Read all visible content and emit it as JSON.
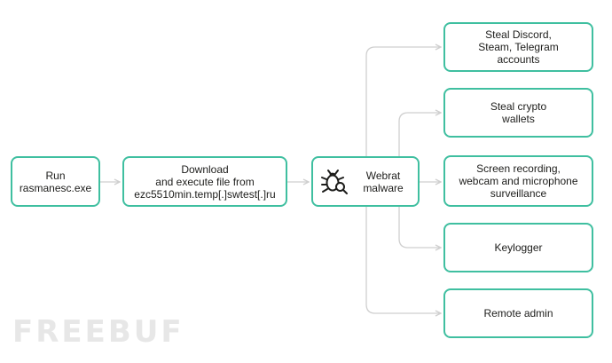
{
  "nodes": {
    "run": "Run\nrasmanesc.exe",
    "download": "Download\nand execute file from\nezc5510min.temp[.]swtest[.]ru",
    "webrat": "Webrat\nmalware",
    "steal_accounts": "Steal Discord,\nSteam, Telegram\naccounts",
    "steal_crypto": "Steal crypto\nwallets",
    "surveillance": "Screen recording,\nwebcam and microphone\nsurveillance",
    "keylogger": "Keylogger",
    "remote_admin": "Remote admin"
  },
  "icons": {
    "center": "bug-search-icon"
  },
  "watermark": "FREEBUF",
  "colors": {
    "border": "#3fbfa0",
    "connector": "#cfcfcf",
    "text": "#1d1d1b",
    "watermark": "#e7e7e7"
  }
}
